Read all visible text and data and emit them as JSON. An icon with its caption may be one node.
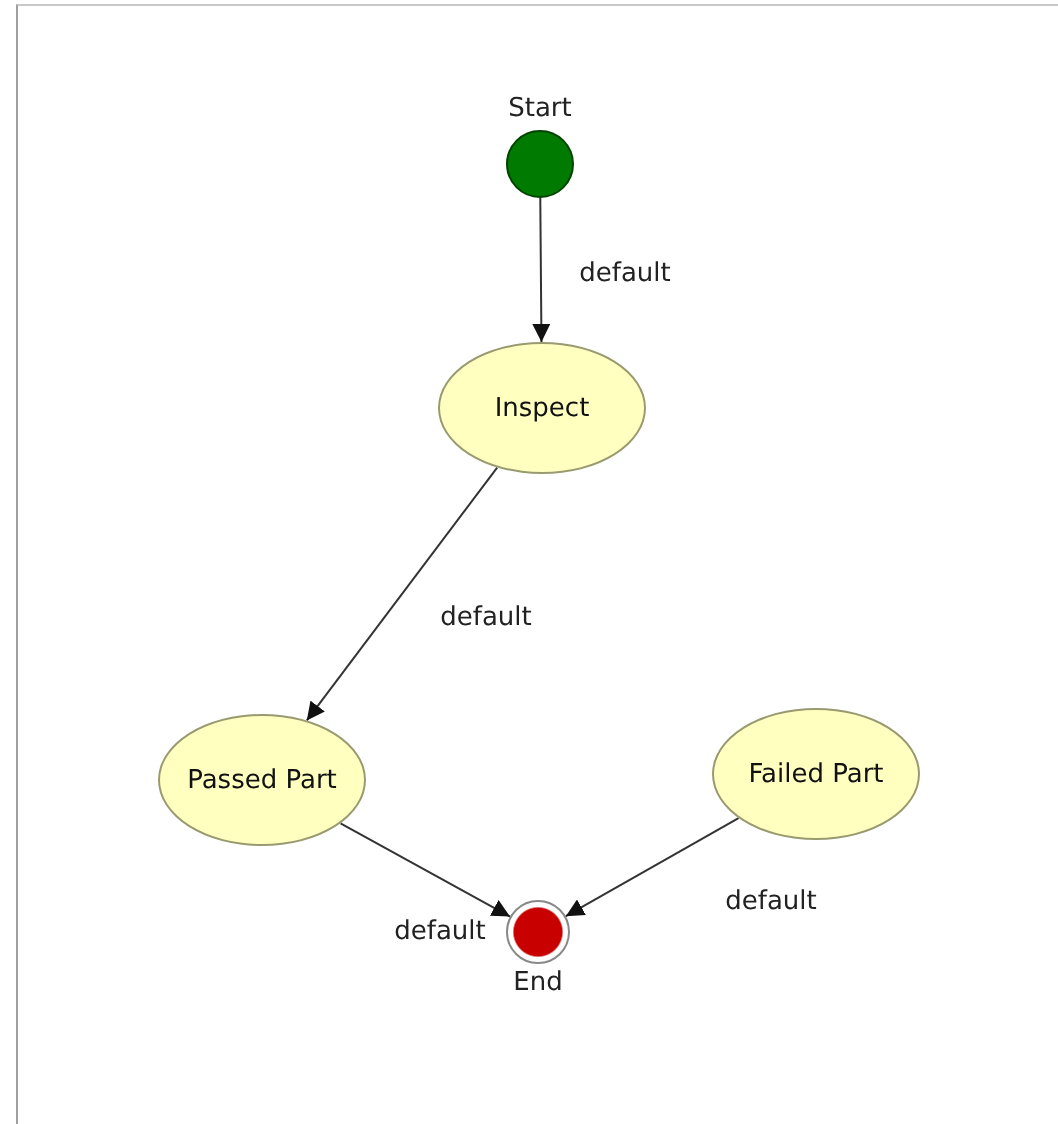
{
  "diagram": {
    "nodes": [
      {
        "text": [
          "Start"
        ]
      },
      {
        "text": [
          "Inspect"
        ]
      },
      {
        "text": [
          "Passed Part"
        ]
      },
      {
        "text": [
          "Failed Part"
        ]
      },
      {
        "text": [
          "End"
        ]
      }
    ],
    "edges": [
      {
        "from": 0,
        "to": 1,
        "arrow": "to",
        "label": "default"
      },
      {
        "from": 1,
        "to": 2,
        "arrow": "to",
        "label": "default"
      },
      {
        "from": 2,
        "to": 4,
        "arrow": "to",
        "label": "default"
      },
      {
        "from": 3,
        "to": 4,
        "arrow": "to",
        "label": "default"
      }
    ]
  }
}
